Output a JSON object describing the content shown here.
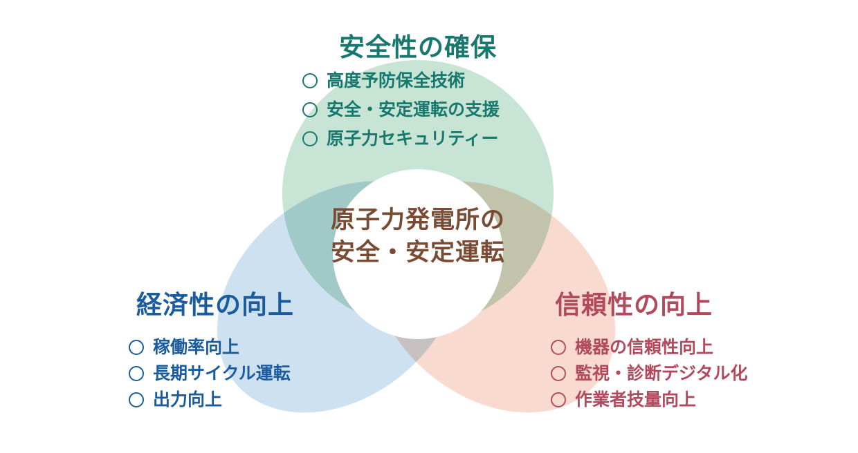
{
  "diagram": {
    "background": "#ffffff",
    "center": {
      "line1": "原子力発電所の",
      "line2": "安全・安定運転",
      "color": "#7a4b33",
      "disc_fill": "#ffffff"
    },
    "groups": [
      {
        "id": "safety",
        "title": "安全性の確保",
        "color": "#17786e",
        "fill": "#c7e4d4",
        "items": [
          "高度予防保全技術",
          "安全・安定運転の支援",
          "原子力セキュリティー"
        ]
      },
      {
        "id": "economy",
        "title": "経済性の向上",
        "color": "#1b5c9e",
        "fill": "#cde1f0",
        "items": [
          "稼働率向上",
          "長期サイクル運転",
          "出力向上"
        ]
      },
      {
        "id": "reliability",
        "title": "信頼性の向上",
        "color": "#b14a5c",
        "fill": "#f8dbce",
        "items": [
          "機器の信頼性向上",
          "監視・診断デジタル化",
          "作業者技量向上"
        ]
      }
    ],
    "overlap_colors": {
      "safety_economy": "#a2cac9",
      "safety_reliability": "#c3c5ad",
      "economy_reliability": "#c7c2c4"
    }
  }
}
